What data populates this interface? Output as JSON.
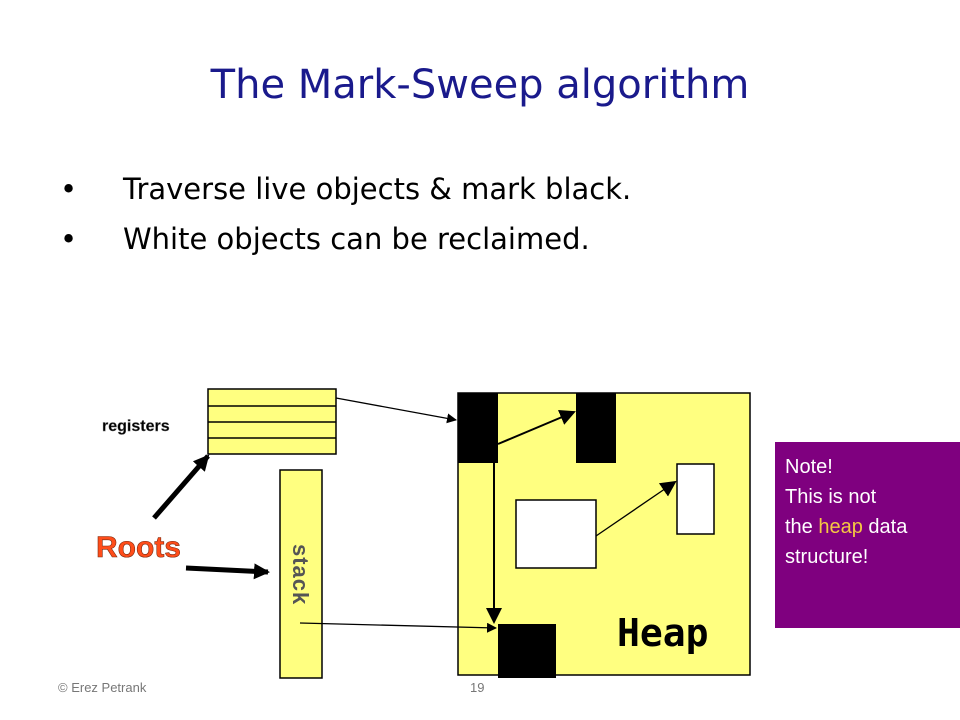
{
  "slide": {
    "title": "The Mark-Sweep algorithm",
    "bullets": [
      "Traverse live objects & mark black.",
      "White objects can be reclaimed."
    ]
  },
  "diagram": {
    "registers_label": "registers",
    "stack_label": "stack",
    "roots_label": "Roots",
    "heap_label": "Heap"
  },
  "note": {
    "line1": "Note!",
    "line2": "This is not",
    "line3_pre": "the ",
    "line3_hl": "heap",
    "line3_post": " data",
    "line4": "structure!"
  },
  "footer": {
    "copyright": "© Erez Petrank",
    "page_number": "19"
  },
  "colors": {
    "title": "#1a1a8c",
    "yellow_fill": "#ffff80",
    "roots": "#ff4d1a",
    "note_bg": "#7f007f",
    "note_highlight": "#f5c842"
  }
}
